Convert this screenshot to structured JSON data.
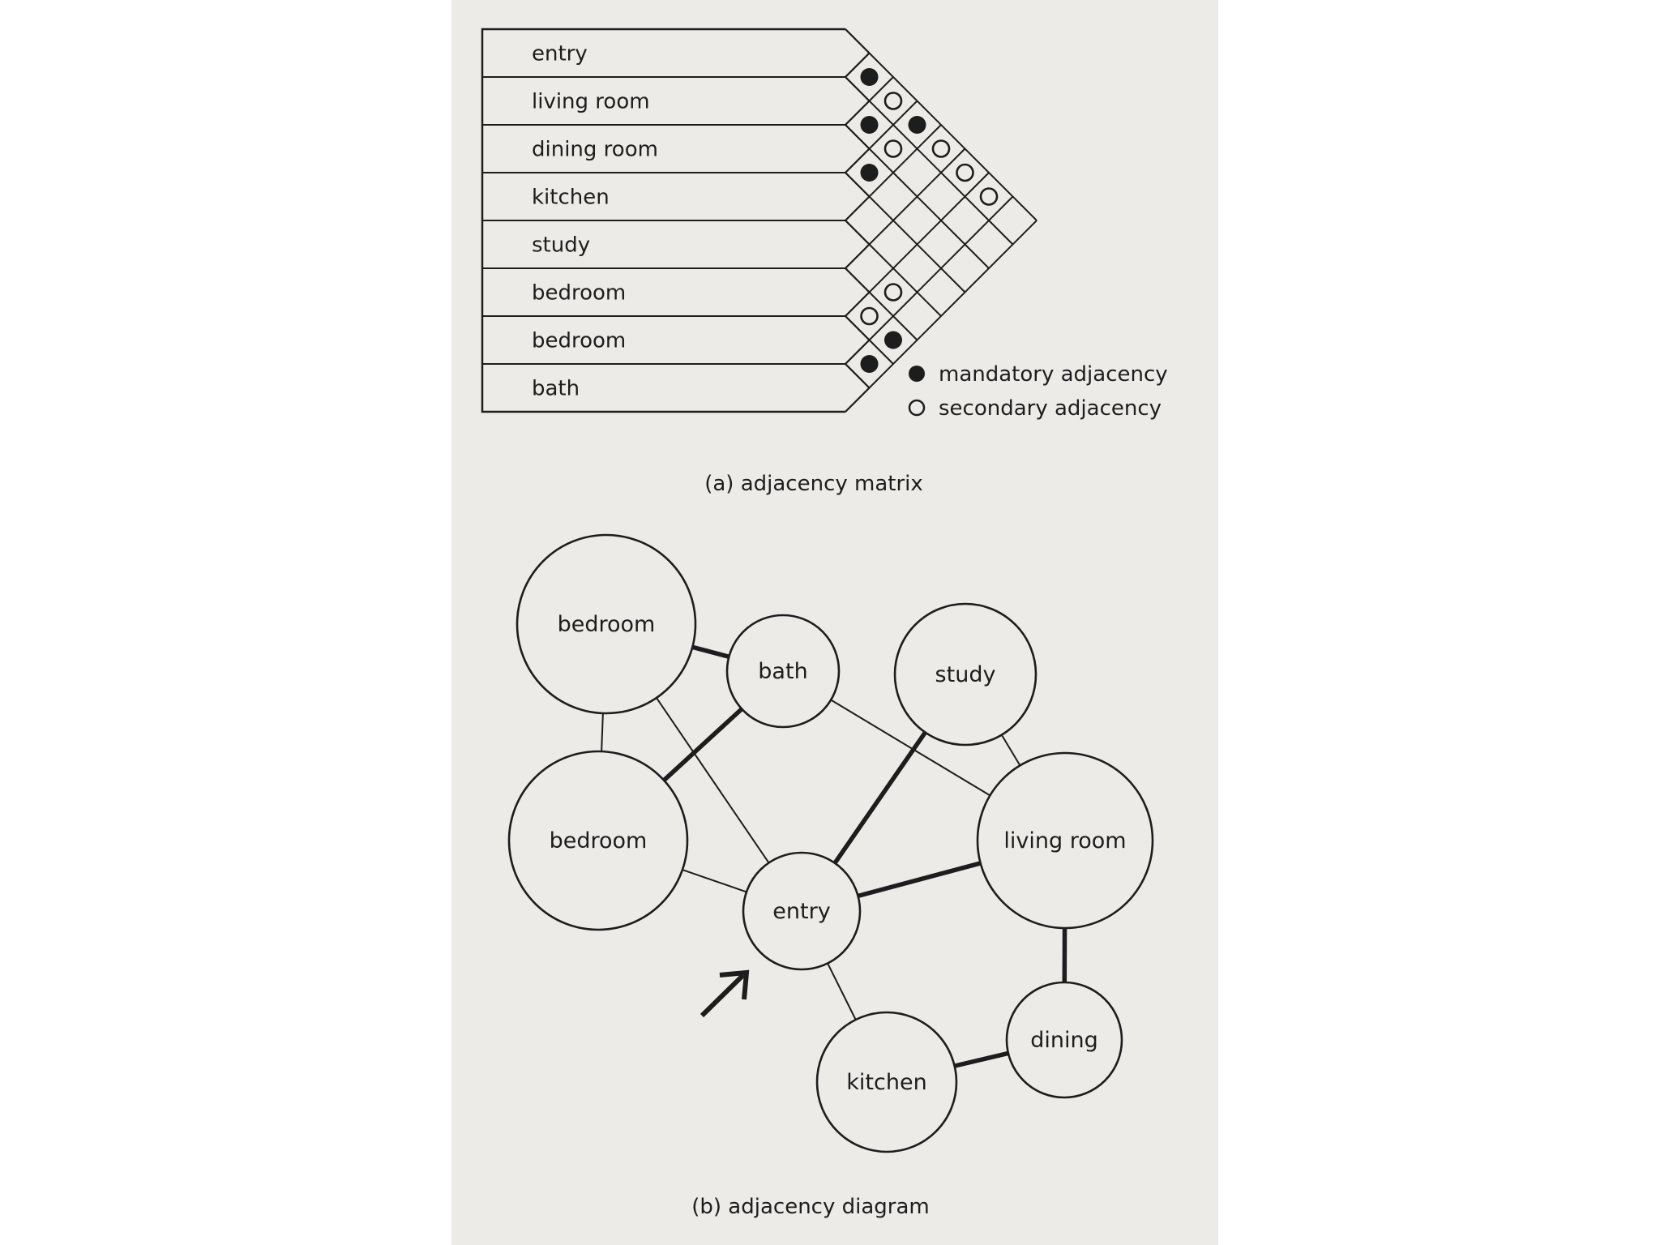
{
  "matrix": {
    "rows": [
      "entry",
      "living room",
      "dining room",
      "kitchen",
      "study",
      "bedroom",
      "bedroom",
      "bath"
    ],
    "pairs": [
      {
        "a": 0,
        "b": 1,
        "type": "mandatory"
      },
      {
        "a": 1,
        "b": 2,
        "type": "mandatory"
      },
      {
        "a": 0,
        "b": 2,
        "type": "secondary"
      },
      {
        "a": 0,
        "b": 3,
        "type": "mandatory"
      },
      {
        "a": 2,
        "b": 3,
        "type": "mandatory"
      },
      {
        "a": 1,
        "b": 3,
        "type": "secondary"
      },
      {
        "a": 0,
        "b": 4,
        "type": "secondary"
      },
      {
        "a": 0,
        "b": 5,
        "type": "secondary"
      },
      {
        "a": 0,
        "b": 6,
        "type": "secondary"
      },
      {
        "a": 5,
        "b": 6,
        "type": "secondary"
      },
      {
        "a": 4,
        "b": 6,
        "type": "secondary"
      },
      {
        "a": 5,
        "b": 7,
        "type": "mandatory"
      },
      {
        "a": 6,
        "b": 7,
        "type": "mandatory"
      }
    ],
    "legend": {
      "mandatory": "mandatory adjacency",
      "secondary": "secondary adjacency"
    },
    "caption": "(a) adjacency matrix"
  },
  "diagram": {
    "nodes": [
      {
        "id": "bedroom1",
        "label": "bedroom"
      },
      {
        "id": "bath",
        "label": "bath"
      },
      {
        "id": "study",
        "label": "study"
      },
      {
        "id": "bedroom2",
        "label": "bedroom"
      },
      {
        "id": "living",
        "label": "living room"
      },
      {
        "id": "entry",
        "label": "entry"
      },
      {
        "id": "dining",
        "label": "dining"
      },
      {
        "id": "kitchen",
        "label": "kitchen"
      }
    ],
    "edges": [
      {
        "from": "bedroom1",
        "to": "bath",
        "type": "mandatory"
      },
      {
        "from": "bedroom2",
        "to": "bath",
        "type": "mandatory"
      },
      {
        "from": "entry",
        "to": "study",
        "type": "mandatory"
      },
      {
        "from": "entry",
        "to": "living",
        "type": "mandatory"
      },
      {
        "from": "living",
        "to": "dining",
        "type": "mandatory"
      },
      {
        "from": "kitchen",
        "to": "dining",
        "type": "mandatory"
      },
      {
        "from": "bedroom1",
        "to": "bedroom2",
        "type": "secondary"
      },
      {
        "from": "bedroom1",
        "to": "entry",
        "type": "secondary"
      },
      {
        "from": "bedroom2",
        "to": "entry",
        "type": "secondary"
      },
      {
        "from": "bath",
        "to": "living",
        "type": "secondary"
      },
      {
        "from": "study",
        "to": "living",
        "type": "secondary"
      },
      {
        "from": "kitchen",
        "to": "entry",
        "type": "secondary"
      }
    ],
    "caption": "(b) adjacency diagram"
  }
}
